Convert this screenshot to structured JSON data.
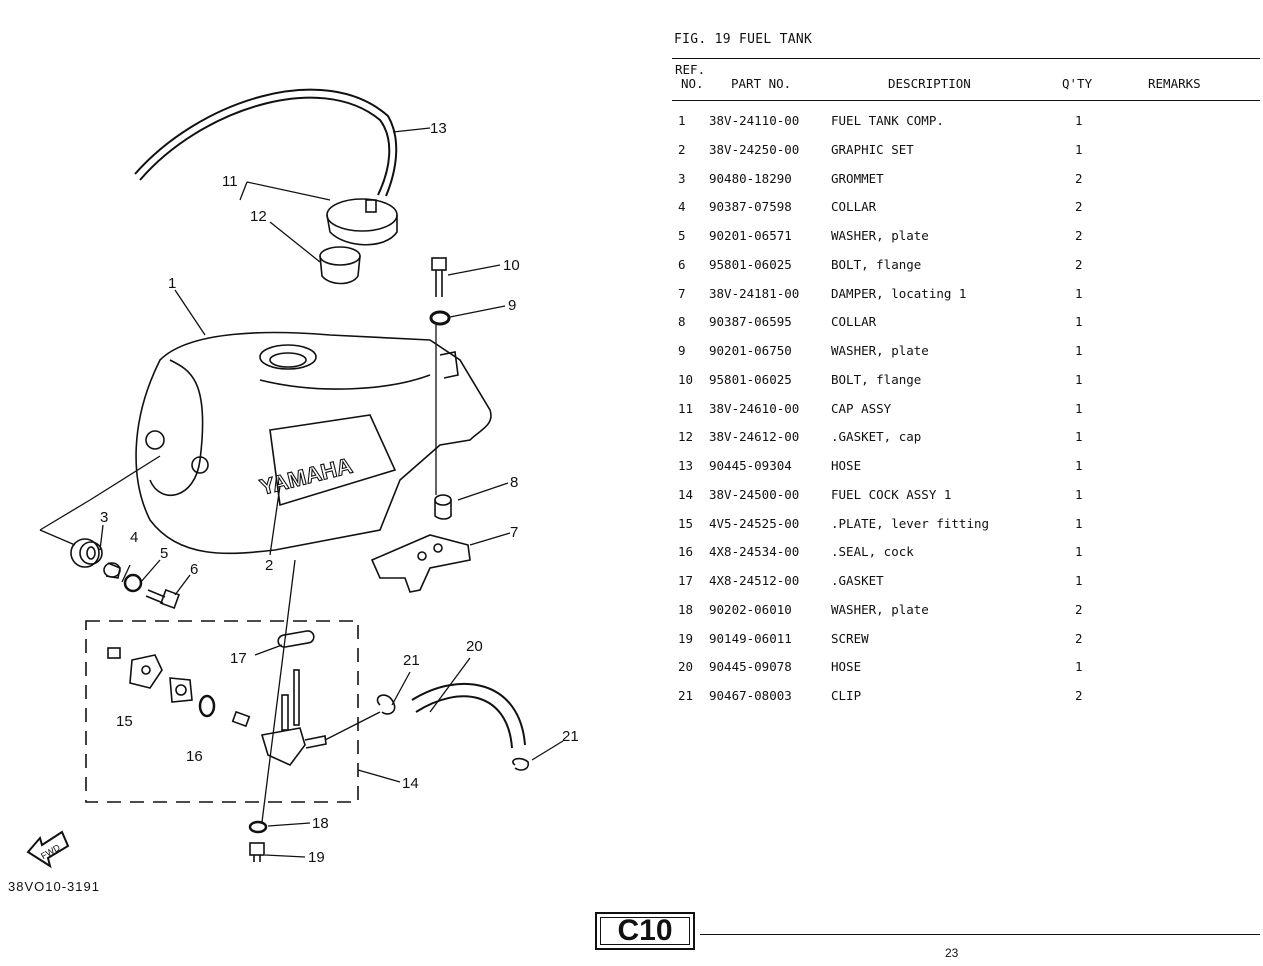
{
  "figure": {
    "title": "FIG. 19  FUEL TANK"
  },
  "table": {
    "headers": {
      "ref_line1": "REF.",
      "ref_line2": "NO.",
      "part_no": "PART NO.",
      "description": "DESCRIPTION",
      "qty": "Q'TY",
      "remarks": "REMARKS"
    },
    "rows": [
      {
        "ref": "1",
        "part": "38V-24110-00",
        "desc": "FUEL TANK COMP.",
        "qty": "1"
      },
      {
        "ref": "2",
        "part": "38V-24250-00",
        "desc": "GRAPHIC SET",
        "qty": "1"
      },
      {
        "ref": "3",
        "part": "90480-18290",
        "desc": "GROMMET",
        "qty": "2"
      },
      {
        "ref": "4",
        "part": "90387-07598",
        "desc": "COLLAR",
        "qty": "2"
      },
      {
        "ref": "5",
        "part": "90201-06571",
        "desc": "WASHER, plate",
        "qty": "2"
      },
      {
        "ref": "6",
        "part": "95801-06025",
        "desc": "BOLT, flange",
        "qty": "2"
      },
      {
        "ref": "7",
        "part": "38V-24181-00",
        "desc": "DAMPER, locating 1",
        "qty": "1"
      },
      {
        "ref": "8",
        "part": "90387-06595",
        "desc": "COLLAR",
        "qty": "1"
      },
      {
        "ref": "9",
        "part": "90201-06750",
        "desc": "WASHER, plate",
        "qty": "1"
      },
      {
        "ref": "10",
        "part": "95801-06025",
        "desc": "BOLT, flange",
        "qty": "1"
      },
      {
        "ref": "11",
        "part": "38V-24610-00",
        "desc": "CAP ASSY",
        "qty": "1"
      },
      {
        "ref": "12",
        "part": "38V-24612-00",
        "desc": ".GASKET, cap",
        "qty": "1"
      },
      {
        "ref": "13",
        "part": "90445-09304",
        "desc": "HOSE",
        "qty": "1"
      },
      {
        "ref": "14",
        "part": "38V-24500-00",
        "desc": "FUEL COCK ASSY 1",
        "qty": "1"
      },
      {
        "ref": "15",
        "part": "4V5-24525-00",
        "desc": ".PLATE, lever fitting",
        "qty": "1"
      },
      {
        "ref": "16",
        "part": "4X8-24534-00",
        "desc": ".SEAL, cock",
        "qty": "1"
      },
      {
        "ref": "17",
        "part": "4X8-24512-00",
        "desc": ".GASKET",
        "qty": "1"
      },
      {
        "ref": "18",
        "part": "90202-06010",
        "desc": "WASHER, plate",
        "qty": "2"
      },
      {
        "ref": "19",
        "part": "90149-06011",
        "desc": "SCREW",
        "qty": "2"
      },
      {
        "ref": "20",
        "part": "90445-09078",
        "desc": "HOSE",
        "qty": "1"
      },
      {
        "ref": "21",
        "part": "90467-08003",
        "desc": "CLIP",
        "qty": "2"
      }
    ]
  },
  "diagram": {
    "callouts": [
      "1",
      "2",
      "3",
      "4",
      "5",
      "6",
      "7",
      "8",
      "9",
      "10",
      "11",
      "12",
      "13",
      "14",
      "15",
      "16",
      "17",
      "18",
      "19",
      "20",
      "21",
      "21"
    ],
    "tank_logo": "YAMAHA",
    "fwd_label": "FWD",
    "catalog_code": "38VO10-3191"
  },
  "footer": {
    "page_code": "C10",
    "page_number": "23"
  }
}
